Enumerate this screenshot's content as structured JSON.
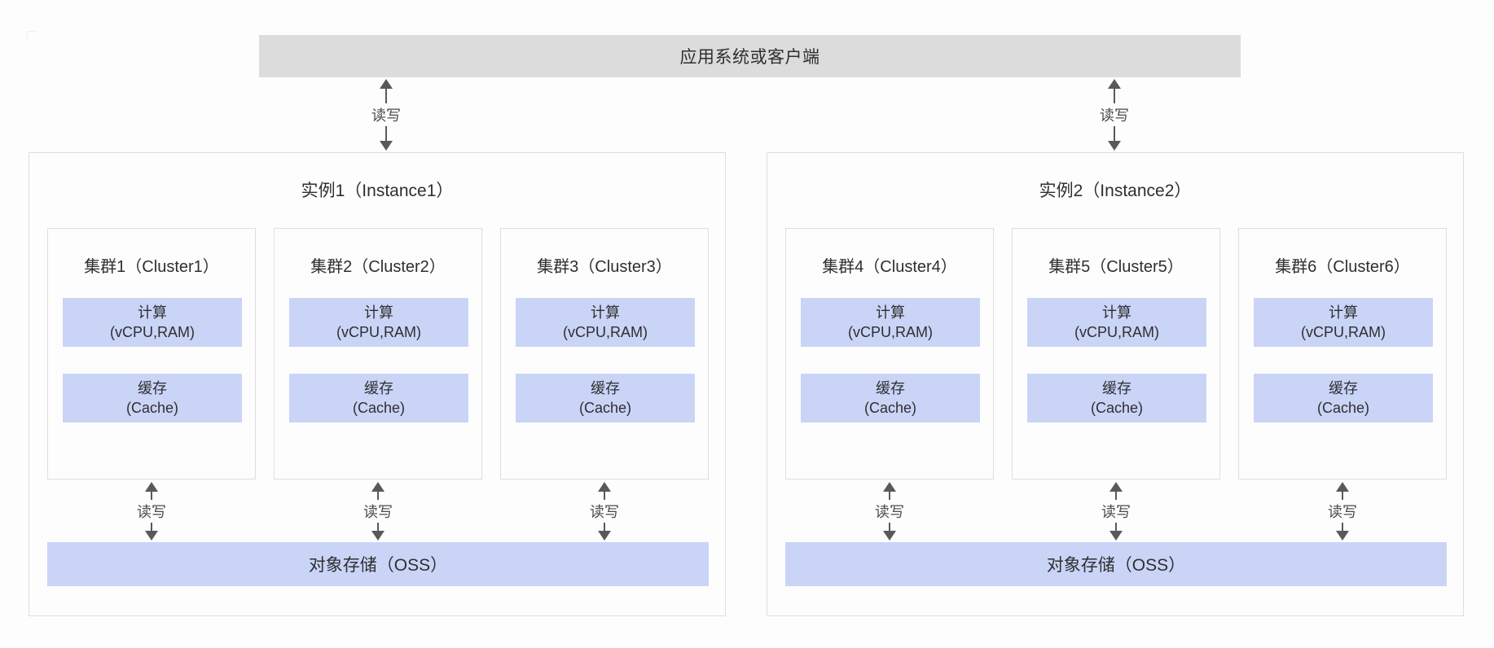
{
  "diagram": {
    "client_bar": {
      "label": "应用系统或客户端"
    },
    "top_arrows": [
      {
        "label": "读写"
      },
      {
        "label": "读写"
      }
    ],
    "instances": [
      {
        "title": "实例1（Instance1）",
        "clusters": [
          {
            "title": "集群1（Cluster1）",
            "compute_line1": "计算",
            "compute_line2": "(vCPU,RAM)",
            "cache_line1": "缓存",
            "cache_line2": "(Cache)",
            "arrow_label": "读写"
          },
          {
            "title": "集群2（Cluster2）",
            "compute_line1": "计算",
            "compute_line2": "(vCPU,RAM)",
            "cache_line1": "缓存",
            "cache_line2": "(Cache)",
            "arrow_label": "读写"
          },
          {
            "title": "集群3（Cluster3）",
            "compute_line1": "计算",
            "compute_line2": "(vCPU,RAM)",
            "cache_line1": "缓存",
            "cache_line2": "(Cache)",
            "arrow_label": "读写"
          }
        ],
        "storage": {
          "label": "对象存储（OSS）"
        }
      },
      {
        "title": "实例2（Instance2）",
        "clusters": [
          {
            "title": "集群4（Cluster4）",
            "compute_line1": "计算",
            "compute_line2": "(vCPU,RAM)",
            "cache_line1": "缓存",
            "cache_line2": "(Cache)",
            "arrow_label": "读写"
          },
          {
            "title": "集群5（Cluster5）",
            "compute_line1": "计算",
            "compute_line2": "(vCPU,RAM)",
            "cache_line1": "缓存",
            "cache_line2": "(Cache)",
            "arrow_label": "读写"
          },
          {
            "title": "集群6（Cluster6）",
            "compute_line1": "计算",
            "compute_line2": "(vCPU,RAM)",
            "cache_line1": "缓存",
            "cache_line2": "(Cache)",
            "arrow_label": "读写"
          }
        ],
        "storage": {
          "label": "对象存储（OSS）"
        }
      }
    ],
    "colors": {
      "client_bar_fill": "#dcdcdc",
      "resource_fill": "#c9d4f7",
      "storage_fill": "#c9d4f7",
      "box_border": "#dedede",
      "arrow": "#595959",
      "text": "#2f2f2f",
      "background": "#fdfdfd"
    }
  }
}
